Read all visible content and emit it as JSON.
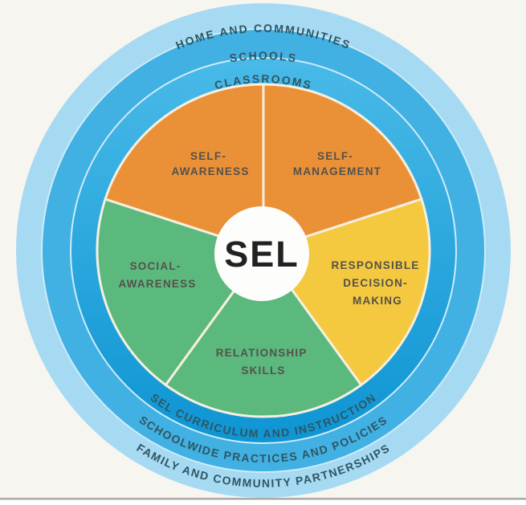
{
  "diagram": {
    "center_label": "SEL",
    "rings": {
      "outer": {
        "top_label": "HOME AND COMMUNITIES",
        "bottom_label": "FAMILY AND COMMUNITY PARTNERSHIPS",
        "color": "#a6daf3"
      },
      "middle": {
        "top_label": "SCHOOLS",
        "bottom_label": "SCHOOLWIDE PRACTICES AND POLICIES",
        "color": "#41b0e2"
      },
      "inner": {
        "top_label": "CLASSROOMS",
        "bottom_label": "SEL CURRICULUM AND INSTRUCTION",
        "color_top": "#49bae8",
        "color_bottom": "#0e95d3"
      }
    },
    "slices": [
      {
        "name": "self-management",
        "lines": [
          "SELF-",
          "MANAGEMENT"
        ],
        "color": "#ea9138"
      },
      {
        "name": "responsible-decision-making",
        "lines": [
          "RESPONSIBLE",
          "DECISION-",
          "MAKING"
        ],
        "color": "#f4c83f"
      },
      {
        "name": "relationship-skills",
        "lines": [
          "RELATIONSHIP",
          "SKILLS"
        ],
        "color": "#5cb97e"
      },
      {
        "name": "social-awareness",
        "lines": [
          "SOCIAL-",
          "AWARENESS"
        ],
        "color": "#5cb97e"
      },
      {
        "name": "self-awareness",
        "lines": [
          "SELF-",
          "AWARENESS"
        ],
        "color": "#ea9138"
      }
    ],
    "colors": {
      "background": "#f7f5f0",
      "ring_label_text": "#2f5663",
      "slice_label_text": "#54514a",
      "center_text": "#222222",
      "center_circle": "#fdfdfc",
      "separator_line": "#cdecf8",
      "slice_divider": "#f6efdf",
      "footer_rule": "#aaaaaa",
      "footer_background": "#ffffff"
    }
  }
}
